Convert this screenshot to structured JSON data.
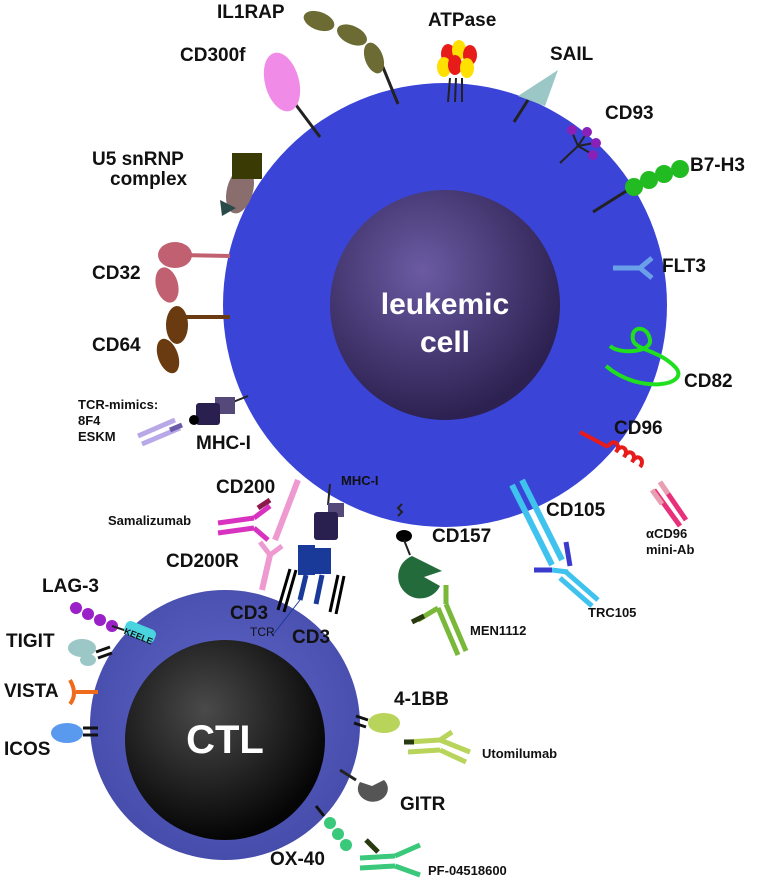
{
  "cells": {
    "leukemic": {
      "label_line1": "leukemic",
      "label_line2": "cell",
      "color": "#3a44d6"
    },
    "ctl": {
      "label": "CTL",
      "color": "#4a50b8"
    }
  },
  "leukemic_markers": {
    "il1rap": "IL1RAP",
    "atpase": "ATPase",
    "sail": "SAIL",
    "cd300f": "CD300f",
    "cd93": "CD93",
    "u5_line1": "U5 snRNP",
    "u5_line2": "complex",
    "b7h3": "B7-H3",
    "flt3": "FLT3",
    "cd32": "CD32",
    "cd64": "CD64",
    "cd82": "CD82",
    "tcr_mimics_line1": "TCR-mimics:",
    "tcr_mimics_line2": "8F4",
    "tcr_mimics_line3": "ESKM",
    "mhc1_left": "MHC-I",
    "cd96": "CD96",
    "cd200": "CD200",
    "mhc1_center": "MHC-I",
    "cd105": "CD105",
    "cd157": "CD157"
  },
  "antibodies": {
    "samalizumab": "Samalizumab",
    "acd96_line1": "αCD96",
    "acd96_line2": "mini-Ab",
    "men1112": "MEN1112",
    "trc105": "TRC105",
    "utomilumab": "Utomilumab",
    "pf": "PF-04518600"
  },
  "ctl_markers": {
    "cd200r": "CD200R",
    "lag3": "LAG-3",
    "keele": "KEELE",
    "tigit": "TIGIT",
    "vista": "VISTA",
    "icos": "ICOS",
    "cd3_left": "CD3",
    "tcr": "TCR",
    "cd3_right": "CD3",
    "fourbb": "4-1BB",
    "gitr": "GITR",
    "ox40": "OX-40"
  }
}
